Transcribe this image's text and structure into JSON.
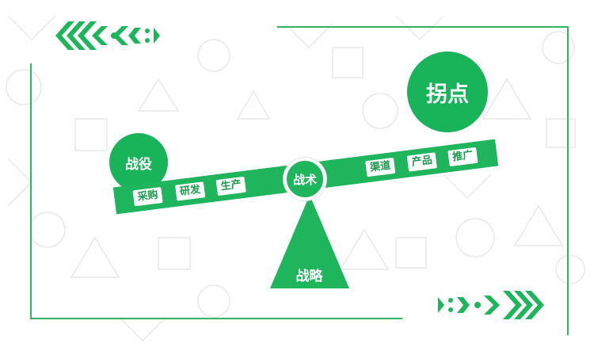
{
  "top_circle": {
    "label": "拐点"
  },
  "left_circle": {
    "label": "战役"
  },
  "pivot": {
    "label": "战术"
  },
  "fulcrum": {
    "label": "战略"
  },
  "left_tags": [
    "采购",
    "研发",
    "生产"
  ],
  "right_tags": [
    "渠道",
    "产品",
    "推广"
  ],
  "colors": {
    "accent": "#19b35a",
    "beam": "#1fb55c",
    "tag_text": "#1a9a4c",
    "frame": "#2fb45f",
    "pattern": "#e7e9e8"
  },
  "decorations": {
    "top_left_ornament": "chevron-arrows",
    "bottom_right_ornament": "chevron-arrows"
  }
}
